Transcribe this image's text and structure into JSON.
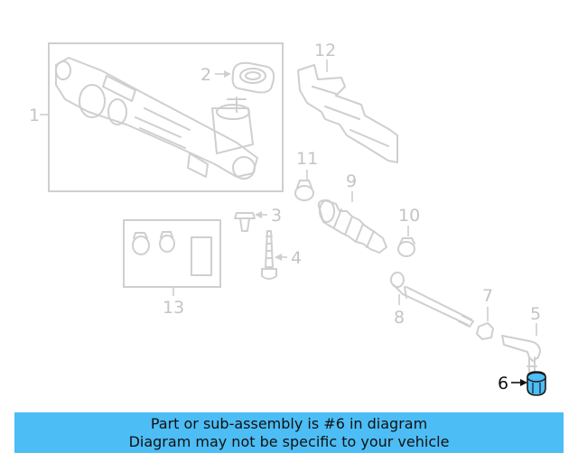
{
  "callouts": {
    "n1": "1",
    "n2": "2",
    "n3": "3",
    "n4": "4",
    "n5": "5",
    "n6": "6",
    "n7": "7",
    "n8": "8",
    "n9": "9",
    "n10": "10",
    "n11": "11",
    "n12": "12",
    "n13": "13"
  },
  "highlight": {
    "part": "6",
    "color": "#4dbdf5"
  },
  "banner": {
    "line1": "Part or sub-assembly is #6 in diagram",
    "line2": "Diagram may not be specific to your vehicle",
    "color": "#4dbdf5"
  }
}
